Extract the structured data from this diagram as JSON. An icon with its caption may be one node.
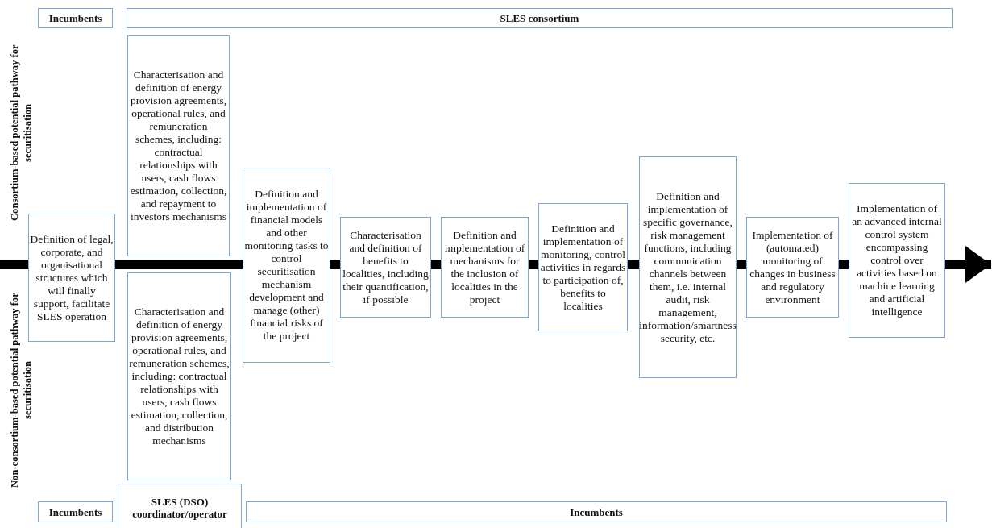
{
  "diagram": {
    "nodes": [
      {
        "text": [
          "Incumbents"
        ]
      },
      {
        "text": [
          "SLES consortium"
        ]
      },
      {
        "text": [
          "Characterisation and definition of energy provision agreements, operational rules, and remuneration schemes, including: contractual relationships with users, cash flows estimation, collection, and repayment to investors mechanisms"
        ]
      },
      {
        "text": [
          "Definition of legal, corporate, and organisational structures which will finally support, facilitate SLES operation"
        ]
      },
      {
        "text": [
          "Characterisation and definition of energy provision agreements, operational rules, and remuneration schemes, including: contractual relationships with users, cash flows estimation, collection, and distribution mechanisms"
        ]
      },
      {
        "text": [
          "Definition and implementation of financial models and other monitoring tasks to control securitisation mechanism development and manage (other) financial risks of the project"
        ]
      },
      {
        "text": [
          "Characterisation and definition of benefits to localities, including their quantification, if possible"
        ]
      },
      {
        "text": [
          "Definition and implementation of mechanisms for the inclusion of localities in the project"
        ]
      },
      {
        "text": [
          "Definition and implementation of monitoring, control activities in regards to participation of, benefits to localities"
        ]
      },
      {
        "text": [
          "Definition and implementation of specific governance, risk management functions, including communication channels between them, i.e. internal audit, risk management, information/smartness security, etc."
        ]
      },
      {
        "text": [
          "Implementation of (automated) monitoring of changes in business and regulatory environment"
        ]
      },
      {
        "text": [
          "Implementation of an advanced internal control system encompassing control over activities based on machine learning and artificial intelligence"
        ]
      },
      {
        "text": [
          "Incumbents"
        ]
      },
      {
        "text": [
          "SLES (DSO) coordinator/operator"
        ]
      },
      {
        "text": [
          "Incumbents"
        ]
      }
    ],
    "edges": [
      {
        "from": null,
        "to": 3,
        "arrow": "none"
      },
      {
        "from": 3,
        "to": 5,
        "arrow": "none"
      },
      {
        "from": 5,
        "to": 6,
        "arrow": "none"
      },
      {
        "from": 6,
        "to": 7,
        "arrow": "none"
      },
      {
        "from": 7,
        "to": 8,
        "arrow": "none"
      },
      {
        "from": 8,
        "to": 9,
        "arrow": "none"
      },
      {
        "from": 9,
        "to": 10,
        "arrow": "none"
      },
      {
        "from": 10,
        "to": 11,
        "arrow": "none"
      },
      {
        "from": 11,
        "to": null,
        "arrow": "to"
      }
    ],
    "labels": [
      "Consortium-based potential pathway for securitisation",
      "Non-consortium-based potential pathway for securitisation"
    ]
  }
}
